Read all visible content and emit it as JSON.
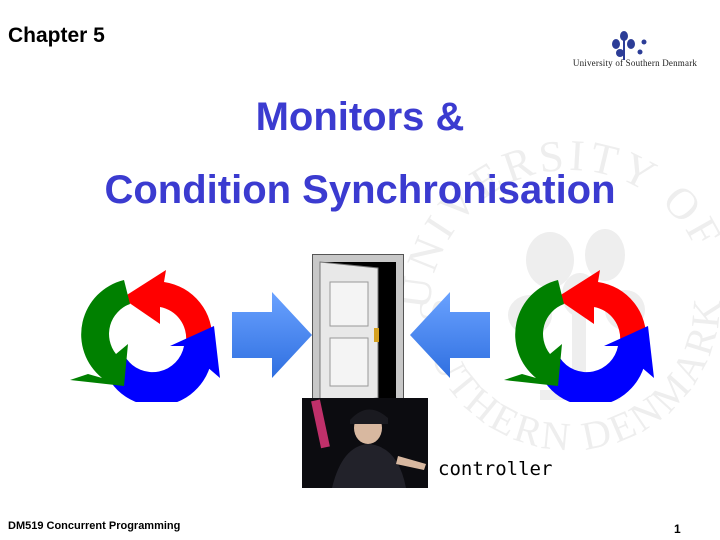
{
  "header": {
    "chapter": "Chapter 5",
    "university": "University of Southern Denmark"
  },
  "slide": {
    "title_line1": "Monitors &",
    "title_line2": "Condition Synchronisation",
    "controller_label": "controller"
  },
  "watermark": {
    "text_top": "UNIVERSITY OF",
    "text_bottom": "SOUTHERN DENMARK"
  },
  "footer": {
    "course": "DM519 Concurrent Programming",
    "page_number": "1"
  },
  "colors": {
    "title": "#3b3bd0",
    "cycle_red": "#ff0000",
    "cycle_green": "#008000",
    "cycle_blue": "#0000ff",
    "arrow_blue": "#4a86f0",
    "logo_blue": "#2c3d97"
  },
  "icons": [
    "cycle-arrows-icon",
    "right-arrow-icon",
    "left-arrow-icon",
    "door-icon",
    "logo-flower-icon"
  ]
}
